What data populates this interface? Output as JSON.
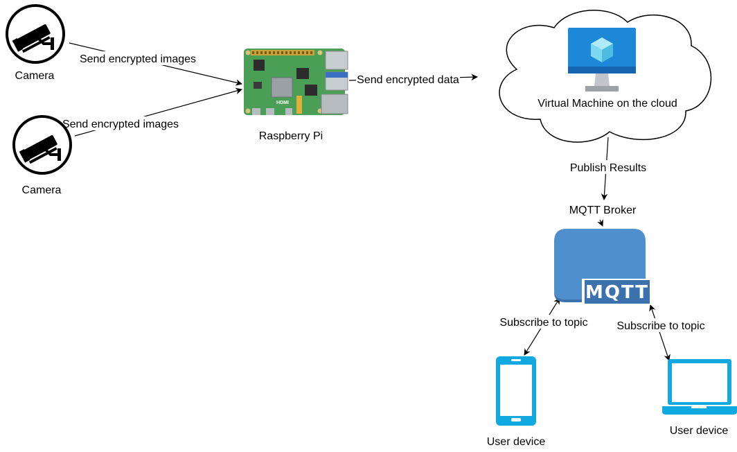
{
  "nodes": {
    "camera_top": {
      "label": "Camera",
      "icon": "cctv-camera-icon"
    },
    "camera_bottom": {
      "label": "Camera",
      "icon": "cctv-camera-icon"
    },
    "raspberry_pi": {
      "label": "Raspberry Pi",
      "icon": "raspberry-pi-board-icon",
      "board_text": "HDMI"
    },
    "virtual_machine": {
      "label": "Virtual Machine on the cloud",
      "icon": "virtual-machine-icon"
    },
    "mqtt_broker": {
      "label": "MQTT Broker",
      "icon": "mqtt-broker-icon",
      "logo_text": "MQTT"
    },
    "user_phone": {
      "label": "User device",
      "icon": "smartphone-icon"
    },
    "user_laptop": {
      "label": "User device",
      "icon": "laptop-icon"
    }
  },
  "edges": [
    {
      "from": "camera_top",
      "to": "raspberry_pi",
      "label": "Send encrypted images"
    },
    {
      "from": "camera_bottom",
      "to": "raspberry_pi",
      "label": "Send encrypted images"
    },
    {
      "from": "raspberry_pi",
      "to": "virtual_machine",
      "label": "Send encrypted data"
    },
    {
      "from": "virtual_machine",
      "to": "mqtt_broker",
      "label": "Publish Results"
    },
    {
      "from": "user_phone",
      "to": "mqtt_broker",
      "label": "Subscribe to topic"
    },
    {
      "from": "user_laptop",
      "to": "mqtt_broker",
      "label": "Subscribe to topic"
    }
  ],
  "colors": {
    "pi_board": "#4a9e56",
    "vm_blue": "#1e88d8",
    "vm_cube": "#7fd8f0",
    "mqtt_blue": "#4f8fcd",
    "mqtt_dark": "#3b72ad",
    "device_blue": "#12a8e0"
  }
}
